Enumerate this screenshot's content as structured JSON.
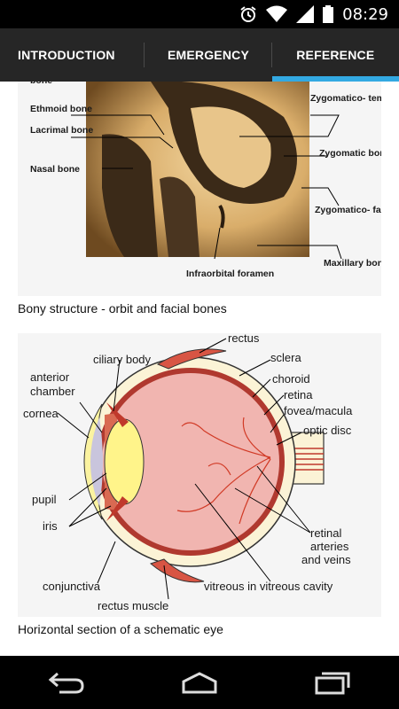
{
  "status_bar": {
    "time": "08:29",
    "icons": [
      "alarm-icon",
      "wifi-icon",
      "signal-icon",
      "battery-icon"
    ]
  },
  "tabs": [
    {
      "label": "INTRODUCTION",
      "active": false
    },
    {
      "label": "EMERGENCY",
      "active": false
    },
    {
      "label": "REFERENCE",
      "active": true
    }
  ],
  "figure1": {
    "labels": {
      "bone_top": "bone",
      "ethmoid": "Ethmoid bone",
      "lacrimal": "Lacrimal bone",
      "nasal": "Nasal bone",
      "zygomaticotemporal": "Zygomatico- temporal foramen",
      "zygomatic": "Zygomatic bone",
      "zygomaticofacial": "Zygomatico- facial foramen",
      "maxillary": "Maxillary bone",
      "infraorbital": "Infraorbital foramen"
    },
    "caption": "Bony structure - orbit and facial bones"
  },
  "figure2": {
    "labels": {
      "rectus": "rectus",
      "ciliary_body": "ciliary body",
      "sclera": "sclera",
      "anterior": "anterior",
      "chamber": "chamber",
      "choroid": "choroid",
      "retina": "retina",
      "cornea": "cornea",
      "fovea": "fovea/macula",
      "optic_disc": "optic disc",
      "pupil": "pupil",
      "iris": "iris",
      "retinal1": "retinal",
      "retinal2": "arteries",
      "retinal3": "and veins",
      "conjunctiva": "conjunctiva",
      "vitreous": "vitreous in vitreous cavity",
      "rectus_muscle": "rectus muscle"
    },
    "caption": "Horizontal section of a schematic eye"
  },
  "nav": {
    "buttons": [
      "back-icon",
      "home-icon",
      "recents-icon"
    ]
  },
  "colors": {
    "accent": "#33a9e2",
    "appbar": "#262626"
  }
}
